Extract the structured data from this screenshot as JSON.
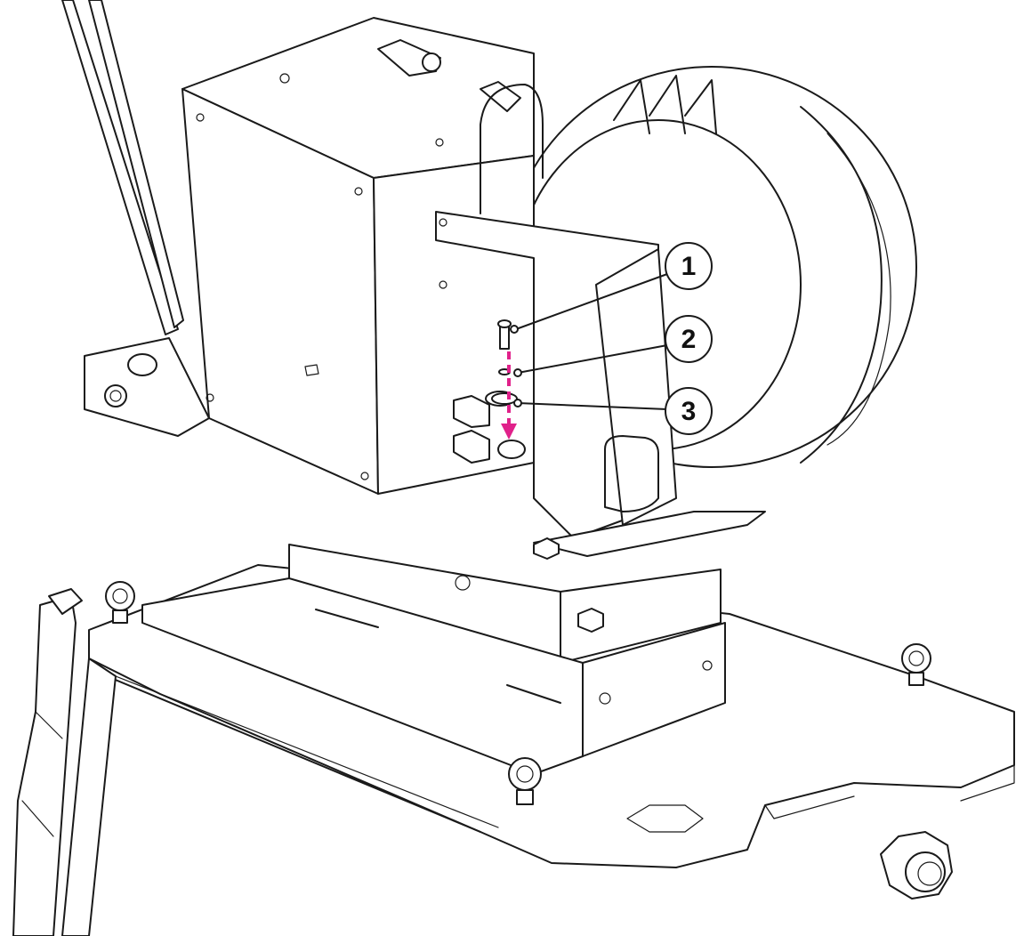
{
  "figure": {
    "callouts": [
      {
        "number": "1",
        "part": "screw"
      },
      {
        "number": "2",
        "part": "spring-washer"
      },
      {
        "number": "3",
        "part": "flat-washer"
      }
    ],
    "arrow_color": "#e0218a",
    "line_color": "#1a1a1a"
  }
}
